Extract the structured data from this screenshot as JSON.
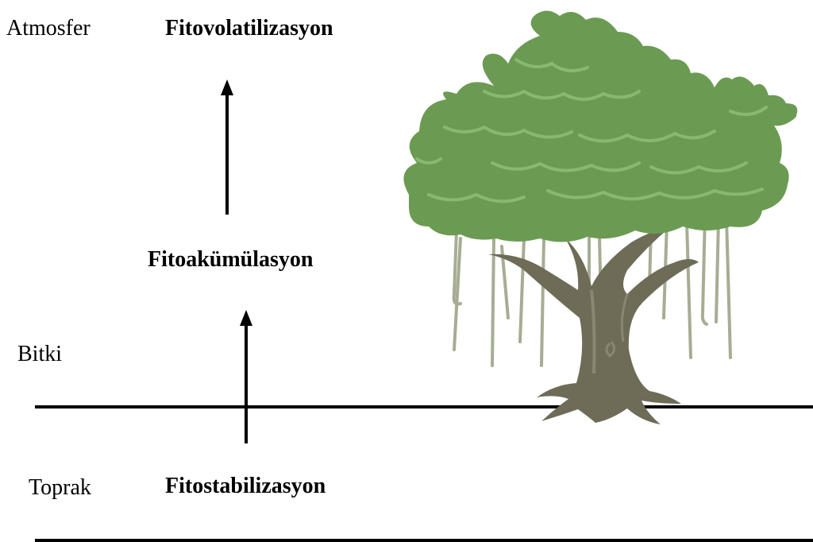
{
  "layers": {
    "atmosphere": "Atmosfer",
    "plant": "Bitki",
    "soil": "Toprak"
  },
  "processes": {
    "volatilization": "Fitovolatilizasyon",
    "accumulation": "Fitoakümülasyon",
    "stabilization": "Fitostabilizasyon"
  },
  "colors": {
    "canopy": "#6b9b52",
    "canopy_light": "#8ab872",
    "trunk": "#6e6b57",
    "trunk_light": "#8a8670",
    "aerial_roots": "#a6ad93",
    "lines": "#000000"
  },
  "icons": [
    "tree-illustration",
    "up-arrow"
  ]
}
